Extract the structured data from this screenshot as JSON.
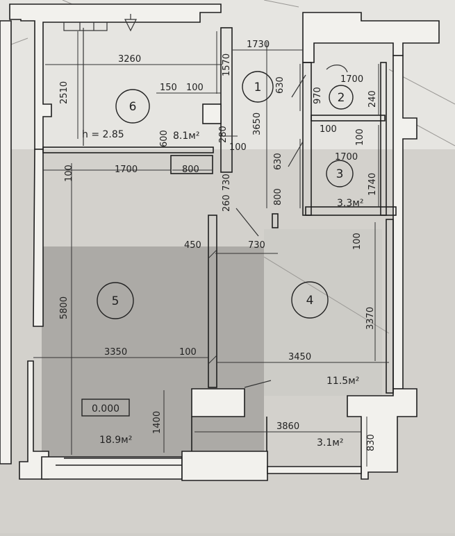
{
  "rooms": [
    {
      "id": "1",
      "area": ""
    },
    {
      "id": "2",
      "area": ""
    },
    {
      "id": "3",
      "area": "3.3м²"
    },
    {
      "id": "4",
      "area": "11.5м²"
    },
    {
      "id": "5",
      "area": "18.9м²"
    },
    {
      "id": "6",
      "area": "8.1м²"
    }
  ],
  "balcony_area": "3.1м²",
  "ceiling_height": "h = 2.85",
  "level_mark": "0.000",
  "dimensions": {
    "d3260": "3260",
    "d1730": "1730",
    "d2510": "2510",
    "d1570": "1570",
    "d150": "150",
    "d100a": "100",
    "d630a": "630",
    "d1700a": "1700",
    "d970": "970",
    "d240": "240",
    "d3650": "3650",
    "d600": "600",
    "d280": "280",
    "d100b": "100",
    "d100c": "100",
    "d100d": "100",
    "d1700b": "1700",
    "d630b": "630",
    "d100e": "100",
    "d1700c": "1700",
    "d800a": "800",
    "d730a": "730",
    "d800b": "800",
    "d1740": "1740",
    "d260": "260",
    "d450": "450",
    "d730b": "730",
    "d100f": "100",
    "d5800": "5800",
    "d3370": "3370",
    "d3350": "3350",
    "d100g": "100",
    "d3450": "3450",
    "d1400": "1400",
    "d3860": "3860",
    "d830": "830"
  }
}
